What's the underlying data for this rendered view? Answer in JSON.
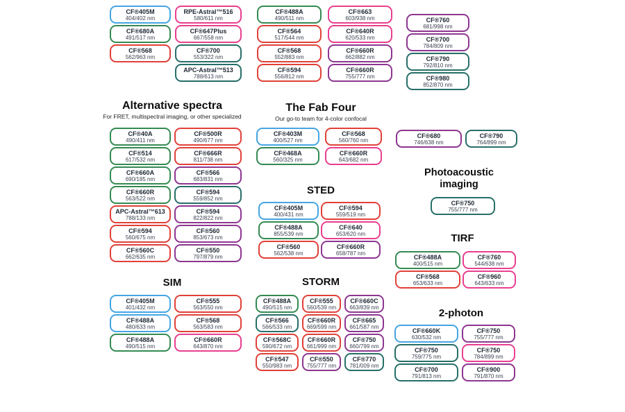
{
  "colors": {
    "blue": "#44a5e2",
    "green": "#338a51",
    "teal": "#266e68",
    "red": "#e04038",
    "pink": "#e83e8f",
    "purple": "#8d3590"
  },
  "sections": [
    {
      "key": "top",
      "title": "",
      "subtitle": "",
      "columns": [
        {
          "chips": [
            {
              "name": "CF®405M",
              "value": "404/402 nm",
              "color": "blue"
            },
            {
              "name": "CF®680A",
              "value": "491/517 nm",
              "color": "green"
            },
            {
              "name": "CF®568",
              "value": "562/963 nm",
              "color": "red"
            }
          ]
        },
        {
          "chips": [
            {
              "name": "RPE-Astral™516",
              "value": "580/611 nm",
              "color": "pink"
            },
            {
              "name": "CF®647Plus",
              "value": "667/558 nm",
              "color": "pink"
            },
            {
              "name": "CF®700",
              "value": "553/322 nm",
              "color": "teal"
            },
            {
              "name": "APC-Astral™513",
              "value": "788/613 nm",
              "color": "teal"
            }
          ]
        },
        {
          "chips": [
            {
              "name": "CF®488A",
              "value": "490/511 nm",
              "color": "green"
            },
            {
              "name": "CF®564",
              "value": "517/544 nm",
              "color": "red"
            },
            {
              "name": "CF®568",
              "value": "552/883 nm",
              "color": "red"
            },
            {
              "name": "CF®594",
              "value": "556/812 nm",
              "color": "red"
            }
          ]
        },
        {
          "chips": [
            {
              "name": "CF®663",
              "value": "603/938 nm",
              "color": "pink"
            },
            {
              "name": "CF®640R",
              "value": "620/533 nm",
              "color": "pink"
            },
            {
              "name": "CF®660R",
              "value": "662/882 nm",
              "color": "purple"
            },
            {
              "name": "CF®660R",
              "value": "755/777 nm",
              "color": "purple"
            }
          ]
        },
        {
          "chips": [
            {
              "name": "CF®760",
              "value": "681/998 nm",
              "color": "purple"
            },
            {
              "name": "CF®700",
              "value": "784/809 nm",
              "color": "purple"
            },
            {
              "name": "CF®790",
              "value": "792/810 nm",
              "color": "teal"
            },
            {
              "name": "CF®980",
              "value": "852/870 nm",
              "color": "teal"
            }
          ]
        }
      ]
    },
    {
      "key": "alternative",
      "title": "Alternative spectra",
      "subtitle": "For FRET, multispectral imaging, or other specialized",
      "columns": [
        {
          "chips": [
            {
              "name": "CF®40A",
              "value": "490/411 nm",
              "color": "green"
            },
            {
              "name": "CF®514",
              "value": "617/532 nm",
              "color": "green"
            },
            {
              "name": "CF®660A",
              "value": "690/185 nm",
              "color": "green"
            },
            {
              "name": "CF®660R",
              "value": "563/522 nm",
              "color": "green"
            },
            {
              "name": "APC-Astral™613",
              "value": "788/133 nm",
              "color": "red"
            },
            {
              "name": "CF®594",
              "value": "560/675 nm",
              "color": "red"
            },
            {
              "name": "CF®560C",
              "value": "662/635 nm",
              "color": "red"
            }
          ]
        },
        {
          "chips": [
            {
              "name": "CF®500R",
              "value": "490/677 nm",
              "color": "red"
            },
            {
              "name": "CF®666R",
              "value": "811/738 nm",
              "color": "red"
            },
            {
              "name": "CF®566",
              "value": "683/831 nm",
              "color": "purple"
            },
            {
              "name": "CF®594",
              "value": "559/852 nm",
              "color": "teal"
            },
            {
              "name": "CF®594",
              "value": "822/822 nm",
              "color": "purple"
            },
            {
              "name": "CF®560",
              "value": "853/673 nm",
              "color": "purple"
            },
            {
              "name": "CF®550",
              "value": "797/879 nm",
              "color": "purple"
            }
          ]
        }
      ]
    },
    {
      "key": "fabfour",
      "title": "The Fab Four",
      "subtitle": "Our go-to team for 4-color confocal",
      "columns": [
        {
          "chips": [
            {
              "name": "CF®403M",
              "value": "400/527 nm",
              "color": "blue"
            },
            {
              "name": "CF®468A",
              "value": "560/325 nm",
              "color": "green"
            }
          ]
        },
        {
          "chips": [
            {
              "name": "CF®568",
              "value": "560/760 nm",
              "color": "red"
            },
            {
              "name": "CF®660R",
              "value": "643/682 nm",
              "color": "pink"
            }
          ]
        }
      ]
    },
    {
      "key": "sted",
      "title": "STED",
      "subtitle": "",
      "columns": [
        {
          "chips": [
            {
              "name": "CF®405M",
              "value": "400/431 nm",
              "color": "blue"
            },
            {
              "name": "CF®488A",
              "value": "855/539 nm",
              "color": "green"
            },
            {
              "name": "CF®560",
              "value": "562/538 nm",
              "color": "red"
            }
          ]
        },
        {
          "chips": [
            {
              "name": "CF®594",
              "value": "559/519 nm",
              "color": "red"
            },
            {
              "name": "CF®640",
              "value": "653/620 nm",
              "color": "pink"
            },
            {
              "name": "CF®660R",
              "value": "658/787 nm",
              "color": "purple"
            }
          ]
        }
      ]
    },
    {
      "key": "pair",
      "title": "",
      "subtitle": "",
      "columns": [
        {
          "chips": [
            {
              "name": "CF®680",
              "value": "746/638 nm",
              "color": "purple"
            }
          ]
        },
        {
          "chips": [
            {
              "name": "CF®790",
              "value": "764/899 nm",
              "color": "teal"
            }
          ]
        }
      ]
    },
    {
      "key": "photoacoustic",
      "title": "Photoacoustic imaging",
      "subtitle": "",
      "columns": [
        {
          "chips": [
            {
              "name": "CF®750",
              "value": "755/777 nm",
              "color": "teal"
            }
          ]
        }
      ]
    },
    {
      "key": "tirf",
      "title": "TIRF",
      "subtitle": "",
      "columns": [
        {
          "chips": [
            {
              "name": "CF®488A",
              "value": "400/515 nm",
              "color": "green"
            },
            {
              "name": "CF®568",
              "value": "653/633 nm",
              "color": "red"
            }
          ]
        },
        {
          "chips": [
            {
              "name": "CF®760",
              "value": "544/638 nm",
              "color": "pink"
            },
            {
              "name": "CF®960",
              "value": "643/633 nm",
              "color": "pink"
            }
          ]
        }
      ]
    },
    {
      "key": "sim",
      "title": "SIM",
      "subtitle": "",
      "columns": [
        {
          "chips": [
            {
              "name": "CF®405M",
              "value": "401/432 nm",
              "color": "blue"
            },
            {
              "name": "CF®488A",
              "value": "480/633 nm",
              "color": "blue"
            },
            {
              "name": "CF®488A",
              "value": "490/515 nm",
              "color": "green"
            }
          ]
        },
        {
          "chips": [
            {
              "name": "CF®555",
              "value": "563/550 nm",
              "color": "red"
            },
            {
              "name": "CF®568",
              "value": "563/583 nm",
              "color": "red"
            },
            {
              "name": "CF®660R",
              "value": "643/870 nm",
              "color": "pink"
            }
          ]
        }
      ]
    },
    {
      "key": "storm",
      "title": "STORM",
      "subtitle": "",
      "columns": [
        {
          "chips": [
            {
              "name": "CF®488A",
              "value": "490/515 nm",
              "color": "green"
            },
            {
              "name": "CF®566",
              "value": "566/533 nm",
              "color": "teal"
            },
            {
              "name": "CF®568C",
              "value": "590/672 nm",
              "color": "red"
            },
            {
              "name": "CF®547",
              "value": "550/983 nm",
              "color": "red"
            }
          ]
        },
        {
          "chips": [
            {
              "name": "CF®555",
              "value": "560/539 nm",
              "color": "red"
            },
            {
              "name": "CF®660R",
              "value": "669/599 nm",
              "color": "red"
            },
            {
              "name": "CF®660R",
              "value": "661/999 nm",
              "color": "red"
            },
            {
              "name": "CF®550",
              "value": "755/777 nm",
              "color": "purple"
            }
          ]
        },
        {
          "chips": [
            {
              "name": "CF®660C",
              "value": "663/839 nm",
              "color": "purple"
            },
            {
              "name": "CF®665",
              "value": "661/587 nm",
              "color": "purple"
            },
            {
              "name": "CF®750",
              "value": "660/799 nm",
              "color": "purple"
            },
            {
              "name": "CF®770",
              "value": "781/009 nm",
              "color": "teal"
            }
          ]
        }
      ]
    },
    {
      "key": "twophoton",
      "title": "2-photon",
      "subtitle": "",
      "columns": [
        {
          "chips": [
            {
              "name": "CF®660K",
              "value": "630/532 nm",
              "color": "blue"
            },
            {
              "name": "CF®750",
              "value": "759/775 nm",
              "color": "teal"
            },
            {
              "name": "CF®700",
              "value": "791/813 nm",
              "color": "teal"
            }
          ]
        },
        {
          "chips": [
            {
              "name": "CF®750",
              "value": "755/777 nm",
              "color": "purple"
            },
            {
              "name": "CF®750",
              "value": "784/899 nm",
              "color": "pink"
            },
            {
              "name": "CF®900",
              "value": "791/870 nm",
              "color": "purple"
            }
          ]
        }
      ]
    }
  ]
}
